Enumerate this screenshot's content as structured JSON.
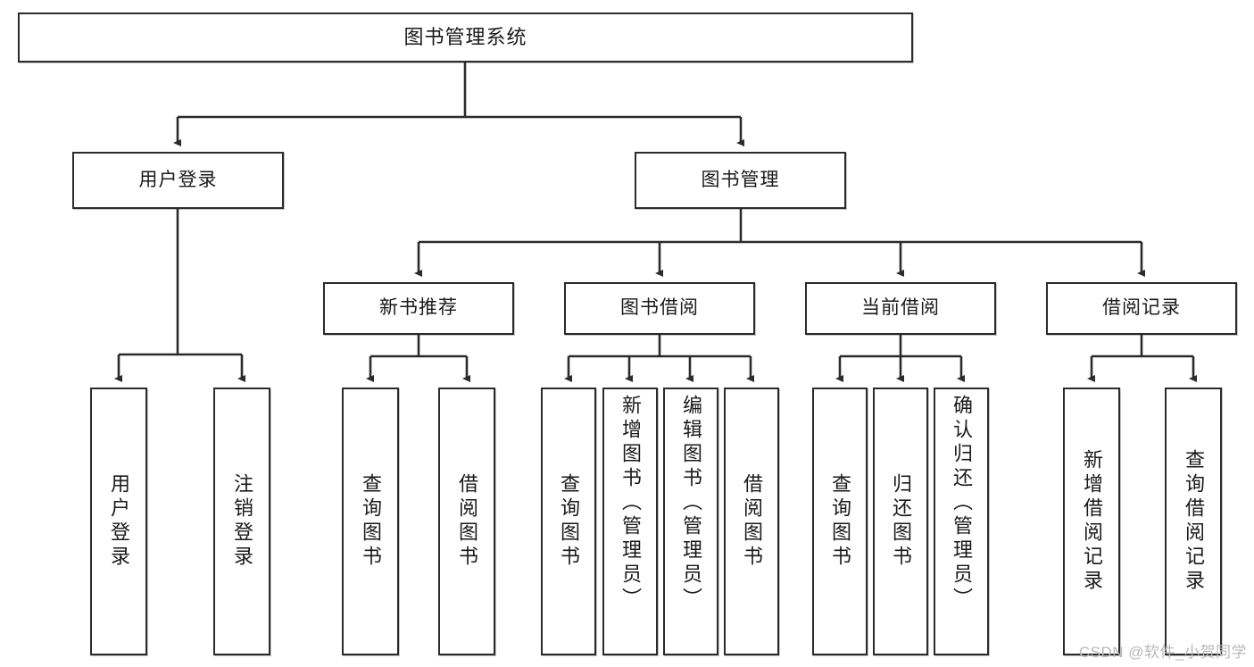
{
  "diagram": {
    "title": "图书管理系统",
    "type": "tree-hierarchy",
    "watermark": "CSDN @软件_小贺同学",
    "colors": {
      "box_border": "#2b2b2b",
      "box_fill": "#ffffff",
      "connector": "#2b2b2b",
      "text": "#1a1a1a",
      "watermark": "#b9b9b9"
    },
    "root": {
      "label": "图书管理系统"
    },
    "level2": [
      {
        "label": "用户登录"
      },
      {
        "label": "图书管理"
      }
    ],
    "level3": [
      {
        "label": "新书推荐"
      },
      {
        "label": "图书借阅"
      },
      {
        "label": "当前借阅"
      },
      {
        "label": "借阅记录"
      }
    ],
    "leaves": {
      "user_login": [
        {
          "label": "用户登录"
        },
        {
          "label": "注销登录"
        }
      ],
      "new_book_recommend": [
        {
          "label": "查询图书"
        },
        {
          "label": "借阅图书"
        }
      ],
      "book_borrow": [
        {
          "label": "查询图书"
        },
        {
          "label": "新增图书（管理员）"
        },
        {
          "label": "编辑图书（管理员）"
        },
        {
          "label": "借阅图书"
        }
      ],
      "current_borrow": [
        {
          "label": "查询图书"
        },
        {
          "label": "归还图书"
        },
        {
          "label": "确认归还（管理员）"
        }
      ],
      "borrow_record": [
        {
          "label": "新增借阅记录"
        },
        {
          "label": "查询借阅记录"
        }
      ]
    }
  }
}
